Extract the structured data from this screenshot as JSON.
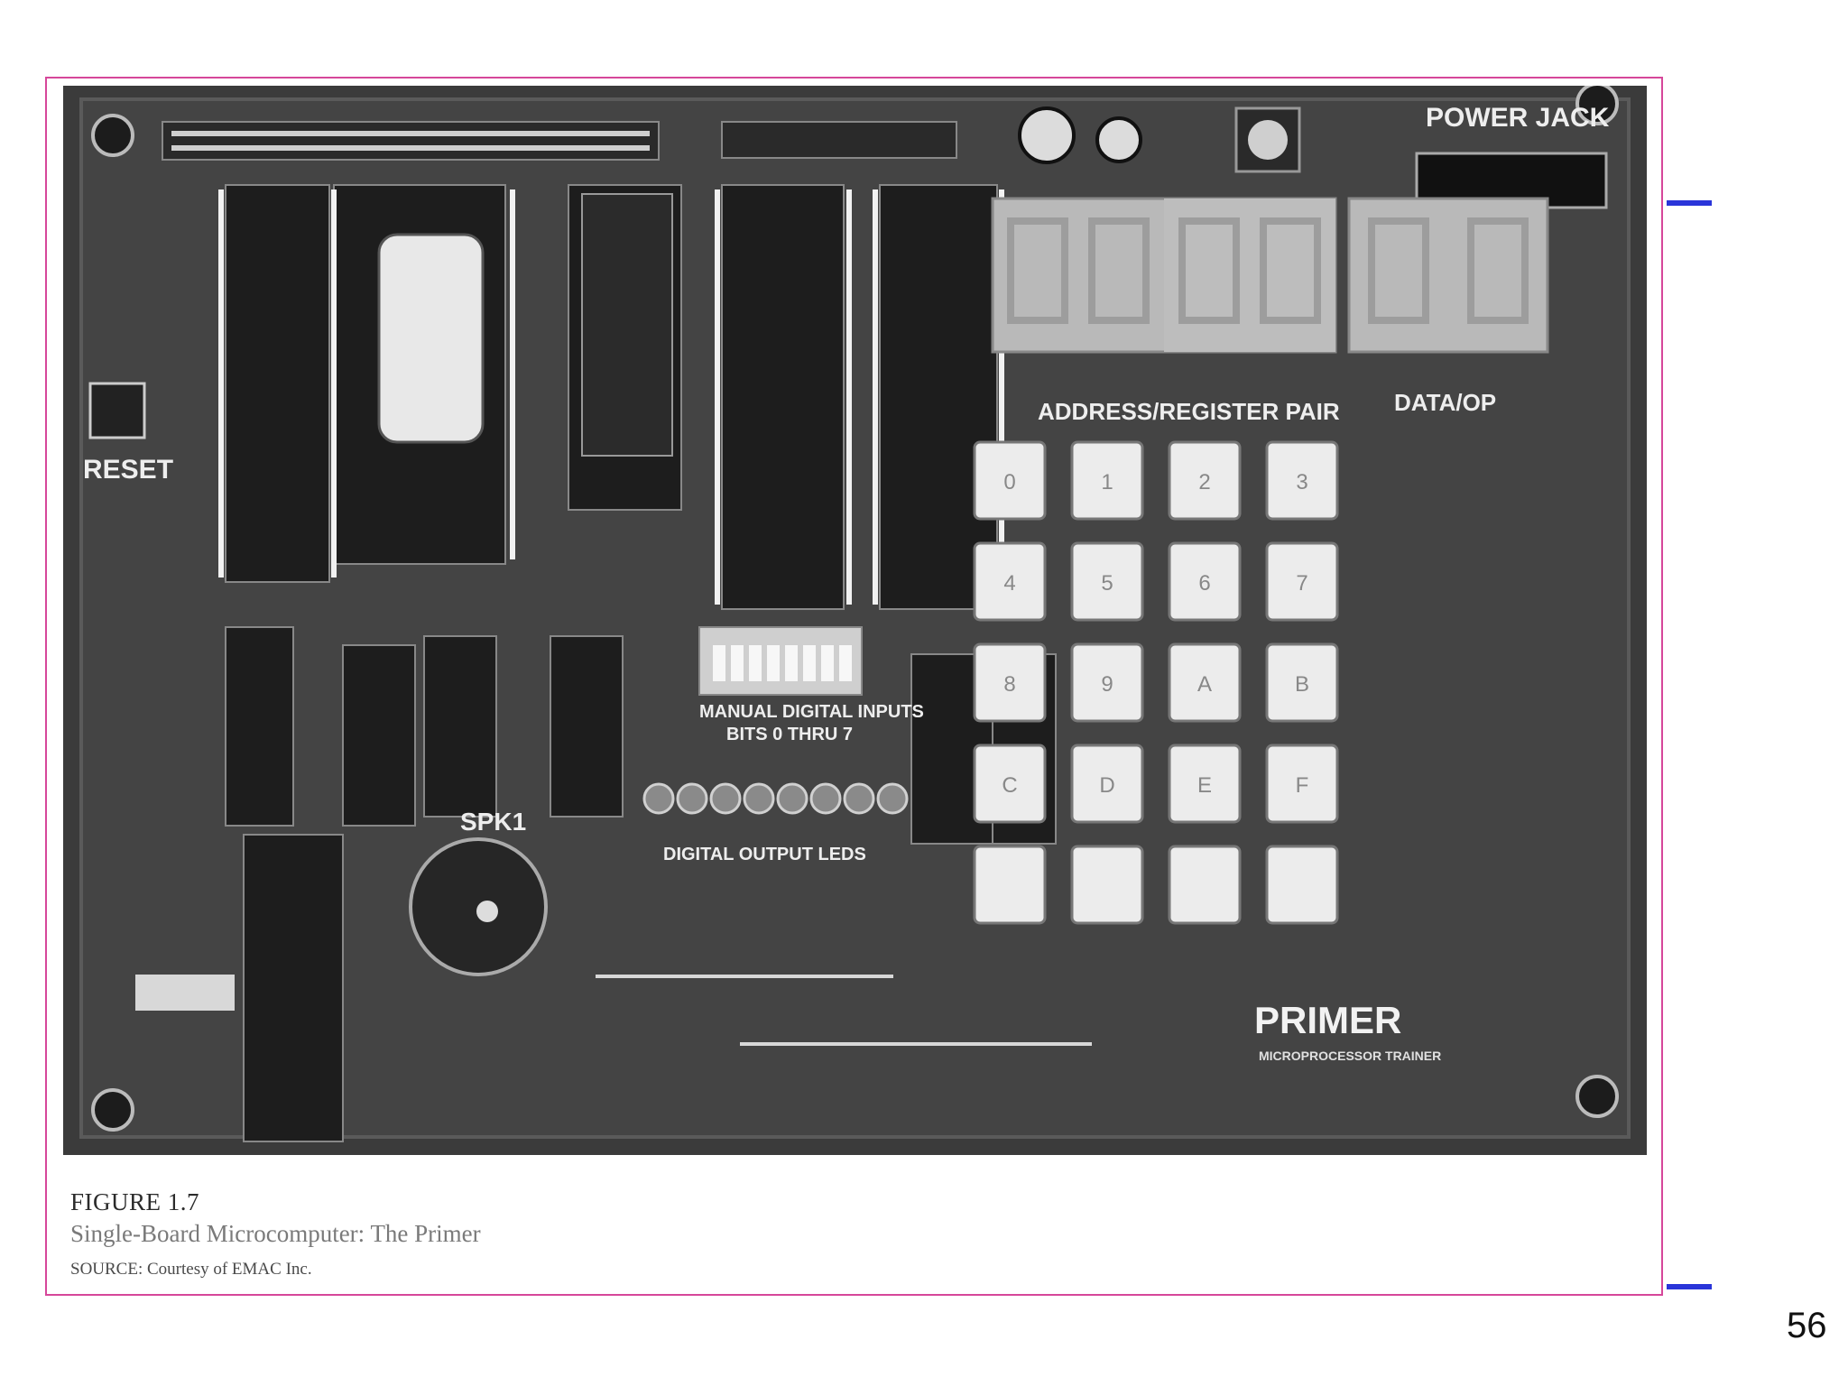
{
  "figure": {
    "label": "FIGURE 1.7",
    "title": "Single-Board Microcomputer: The Primer",
    "source": "SOURCE: Courtesy of EMAC Inc."
  },
  "board": {
    "power_jack": "POWER JACK",
    "reset": "RESET",
    "address_register_pair": "ADDRESS/REGISTER PAIR",
    "data_op": "DATA/OP",
    "manual_inputs_line1": "MANUAL DIGITAL INPUTS",
    "manual_inputs_line2": "BITS 0 THRU 7",
    "digital_output_leds": "DIGITAL OUTPUT LEDS",
    "spk": "SPK1",
    "brand": "PRIMER",
    "brand_sub": "MICROPROCESSOR TRAINER",
    "keys": [
      "0",
      "1",
      "2",
      "3",
      "4",
      "5",
      "6",
      "7",
      "8",
      "9",
      "A",
      "B",
      "C",
      "D",
      "E",
      "F",
      "",
      "",
      "",
      ""
    ]
  },
  "page": {
    "number": "56"
  },
  "colors": {
    "frame": "#d6479a",
    "accent_bar": "#2a35d9"
  }
}
